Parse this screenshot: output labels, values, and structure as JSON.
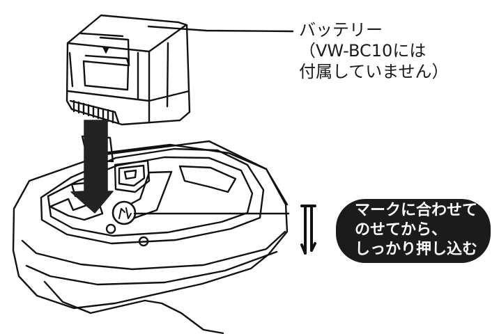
{
  "battery_label": {
    "line1": "バッテリー",
    "line2": "（VW-BC10には",
    "line3": "付属していません）"
  },
  "callout": {
    "line1": "マークに合わせて",
    "line2": "のせてから、",
    "line3": "しっかり押し込む"
  },
  "icons": {
    "battery_mark": "triangle-down",
    "charger_mark": "battery-align-mark",
    "direction_symbol": "slide-align-arrows"
  }
}
